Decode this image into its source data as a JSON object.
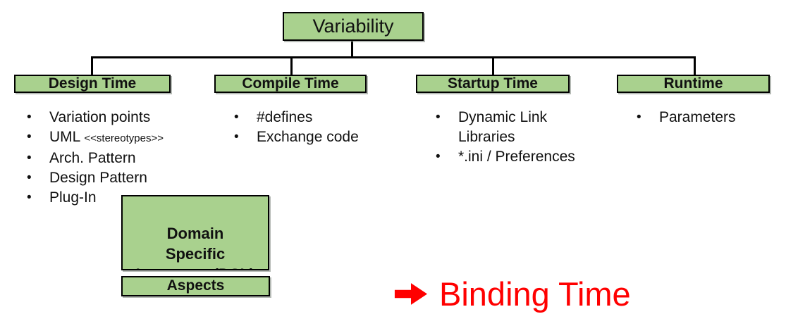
{
  "colors": {
    "box_fill": "#a9d18e",
    "box_border": "#000000",
    "connector": "#000000",
    "accent_red": "#ff0000",
    "text": "#111111"
  },
  "bullet_glyph": "•",
  "root_box": {
    "label": "Variability"
  },
  "columns": [
    {
      "header": "Design Time",
      "items": [
        {
          "text": "Variation points"
        },
        {
          "text": "UML ",
          "small": "<<stereotypes>>"
        },
        {
          "text": "Arch. Pattern"
        },
        {
          "text": "Design Pattern"
        },
        {
          "text": "Plug-In"
        }
      ]
    },
    {
      "header": "Compile Time",
      "items": [
        {
          "text": "#defines"
        },
        {
          "text": "Exchange code"
        }
      ]
    },
    {
      "header": "Startup Time",
      "items": [
        {
          "text": "Dynamic Link\nLibraries"
        },
        {
          "text": "*.ini / Preferences"
        }
      ]
    },
    {
      "header": "Runtime",
      "items": [
        {
          "text": "Parameters"
        }
      ]
    }
  ],
  "floating_boxes": {
    "dsl": {
      "label": "Domain\nSpecific\nLangauge (DSL)"
    },
    "aspects": {
      "label": "Aspects"
    }
  },
  "annotation": {
    "label": "Binding Time",
    "arrow_icon": "right-arrow"
  }
}
